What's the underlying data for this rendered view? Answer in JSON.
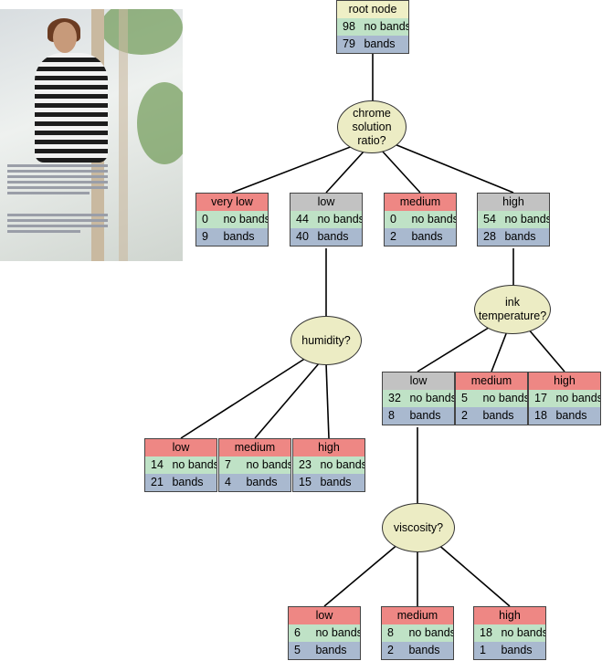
{
  "tree": {
    "no_bands_label": "no bands",
    "bands_label": "bands",
    "root": {
      "label": "root node",
      "no_bands": 98,
      "bands": 79
    },
    "questions": {
      "chrome": "chrome solution ratio?",
      "humidity": "humidity?",
      "ink": "ink temperature?",
      "viscosity": "viscosity?"
    },
    "chrome_children": [
      {
        "label": "very low",
        "no_bands": 0,
        "bands": 9
      },
      {
        "label": "low",
        "no_bands": 44,
        "bands": 40
      },
      {
        "label": "medium",
        "no_bands": 0,
        "bands": 2
      },
      {
        "label": "high",
        "no_bands": 54,
        "bands": 28
      }
    ],
    "humidity_children": [
      {
        "label": "low",
        "no_bands": 14,
        "bands": 21
      },
      {
        "label": "medium",
        "no_bands": 7,
        "bands": 4
      },
      {
        "label": "high",
        "no_bands": 23,
        "bands": 15
      }
    ],
    "ink_children": [
      {
        "label": "low",
        "no_bands": 32,
        "bands": 8
      },
      {
        "label": "medium",
        "no_bands": 5,
        "bands": 2
      },
      {
        "label": "high",
        "no_bands": 17,
        "bands": 18
      }
    ],
    "viscosity_children": [
      {
        "label": "low",
        "no_bands": 6,
        "bands": 5
      },
      {
        "label": "medium",
        "no_bands": 8,
        "bands": 2
      },
      {
        "label": "high",
        "no_bands": 18,
        "bands": 1
      }
    ]
  },
  "colors": {
    "leaf_header": "#ee8784",
    "internal_header": "#c2c2c2",
    "root_header": "#efefc6",
    "no_bands_row": "#bfe2c6",
    "bands_row": "#a9b9cf",
    "question_fill": "#ececc4"
  }
}
